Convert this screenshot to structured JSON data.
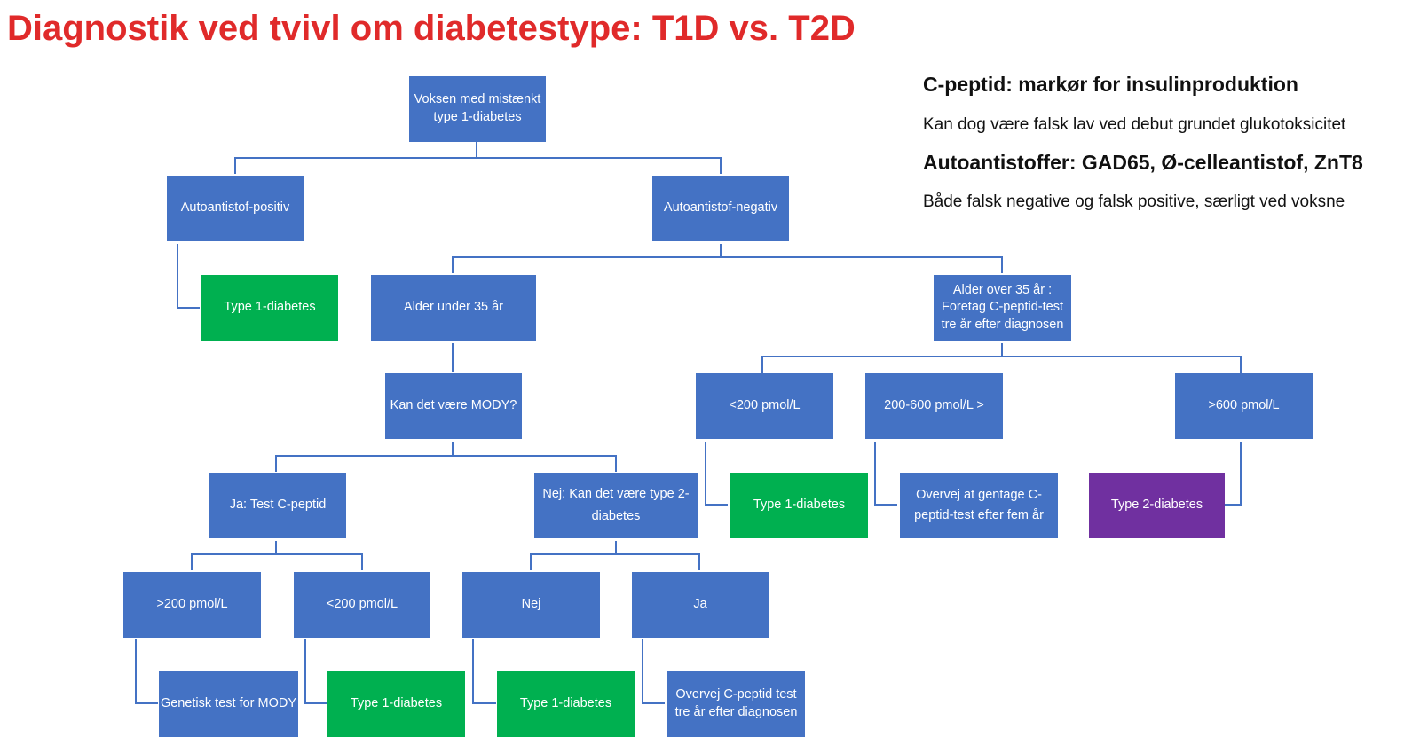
{
  "title": "Diagnostik ved tvivl om diabetestype: T1D vs. T2D",
  "info": {
    "cpeptide_heading": "C-peptid: markør for insulinproduktion",
    "cpeptide_note": "Kan dog være falsk lav ved debut grundet glukotoksicitet",
    "autoantibody_heading": "Autoantistoffer: GAD65, Ø-celleantistof, ZnT8",
    "autoantibody_note": "Både falsk negative og falsk positive, særligt ved voksne"
  },
  "colors": {
    "node": "#4472c4",
    "t1d": "#00b050",
    "t2d": "#7030a0",
    "title": "#e02a2a"
  },
  "nodes": {
    "root": "Voksen med mistænkt type 1-diabetes",
    "ab_pos": "Autoantistof-positiv",
    "ab_neg": "Autoantistof-negativ",
    "pos_t1d": "Type 1-diabetes",
    "age_under": "Alder under 35 år",
    "age_over": "Alder over 35 år : Foretag C-peptid-test tre år efter diagnosen",
    "mody": "Kan det være MODY?",
    "mody_yes": "Ja: Test C-peptid",
    "mody_no": "Nej: Kan det være type 2-diabetes",
    "cp_high": ">200 pmol/L",
    "cp_low": "<200 pmol/L",
    "genetic": "Genetisk test for MODY",
    "low_t1d": "Type 1-diabetes",
    "t2_no": "Nej",
    "t2_yes": "Ja",
    "no_t1d": "Type 1-diabetes",
    "yes_retest": "Overvej C-peptid test tre år efter diagnosen",
    "over_low": "<200 pmol/L",
    "over_mid": "200-600 pmol/L >",
    "over_high": ">600 pmol/L",
    "over_low_t1d": "Type 1-diabetes",
    "over_mid_retest": "Overvej at gentage C-peptid-test efter fem år",
    "over_high_t2d": "Type 2-diabetes"
  }
}
